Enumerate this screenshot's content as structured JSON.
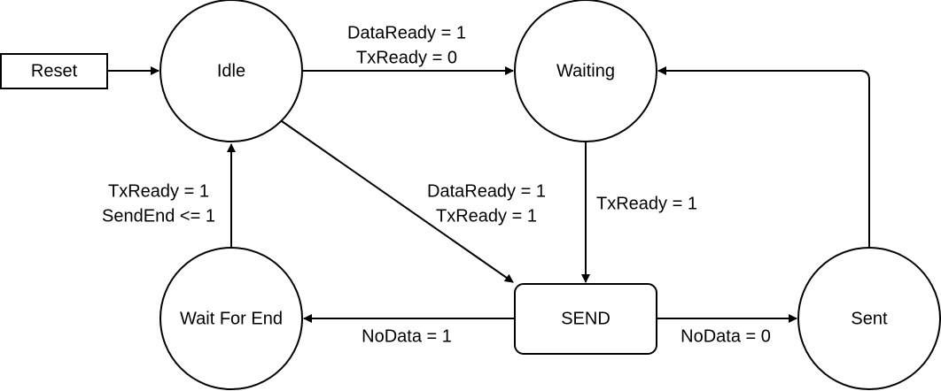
{
  "nodes": {
    "reset": "Reset",
    "idle": "Idle",
    "waiting": "Waiting",
    "send": "SEND",
    "wait_for_end": "Wait For End",
    "sent": "Sent"
  },
  "edges": {
    "idle_to_waiting": [
      "DataReady = 1",
      "TxReady = 0"
    ],
    "idle_to_send": [
      "DataReady = 1",
      "TxReady = 1"
    ],
    "waiting_to_send": [
      "TxReady = 1"
    ],
    "wait_for_end_to_idle": [
      "TxReady = 1",
      "SendEnd <= 1"
    ],
    "send_to_wait_for_end": [
      "NoData = 1"
    ],
    "send_to_sent": [
      "NoData = 0"
    ]
  }
}
